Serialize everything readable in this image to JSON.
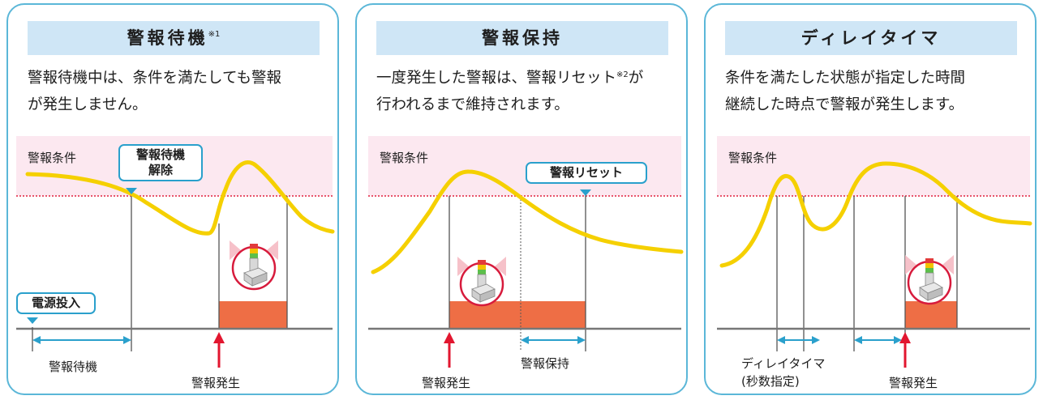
{
  "panels": [
    {
      "title": "警報待機",
      "title_note": "※1",
      "desc_line1": "警報待機中は、条件を満たしても警報",
      "desc_line2": "が発生しません。",
      "zone_label": "警報条件",
      "callout_release_line1": "警報待機",
      "callout_release_line2": "解除",
      "callout_power": "電源投入",
      "interval_label": "警報待機",
      "alarm_label": "警報発生"
    },
    {
      "title": "警報保持",
      "desc_line1_a": "一度発生した警報は、警報リセット",
      "desc_note": "※2",
      "desc_line1_b": "が",
      "desc_line2": "行われるまで維持されます。",
      "zone_label": "警報条件",
      "callout_reset": "警報リセット",
      "interval_label": "警報保持",
      "alarm_label": "警報発生"
    },
    {
      "title": "ディレイタイマ",
      "desc_line1": "条件を満たした状態が指定した時間",
      "desc_line2": "継続した時点で警報が発生します。",
      "zone_label": "警報条件",
      "delay_label_line1": "ディレイタイマ",
      "delay_label_line2": "(秒数指定)",
      "alarm_label": "警報発生"
    }
  ],
  "colors": {
    "border": "#5bb7d8",
    "header_bg": "#cfe6f6",
    "condition_zone": "#fce8f0",
    "threshold": "#e8546b",
    "curve": "#f5d000",
    "alarm_bar": "#ee6e45",
    "arrow_blue": "#2aa0cc",
    "arrow_red": "#e2162f"
  }
}
